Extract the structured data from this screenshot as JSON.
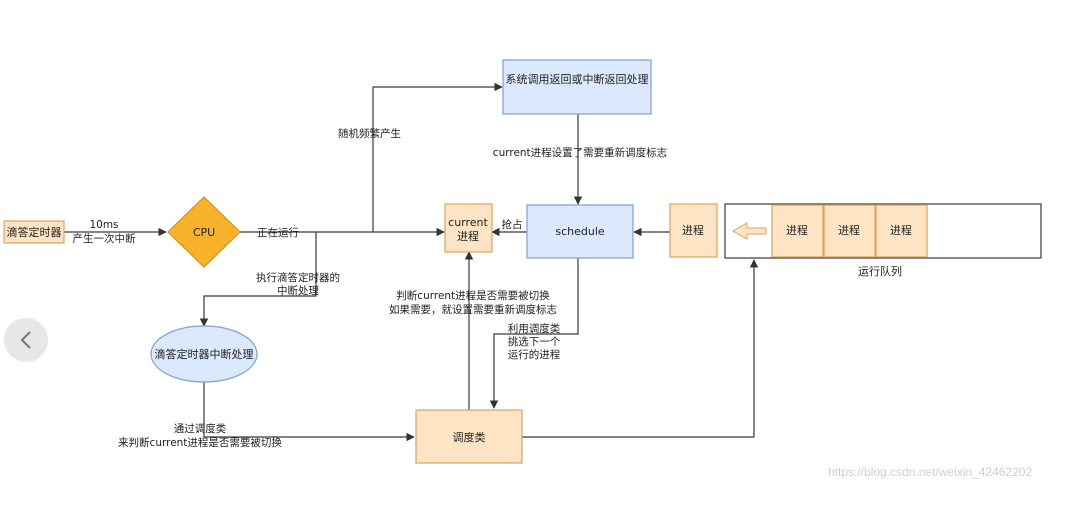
{
  "nodes": {
    "timer": "滴答定时器",
    "cpu": "CPU",
    "syscall_return": "系统调用返回或中断返回处理",
    "current_line1": "current",
    "current_line2": "进程",
    "schedule": "schedule",
    "process_single": "进程",
    "timer_interrupt": "滴答定时器中断处理",
    "scheduler_class": "调度类",
    "queue_items": [
      "进程",
      "进程",
      "进程"
    ],
    "queue_label": "运行队列"
  },
  "edge_labels": {
    "period_line1": "10ms",
    "period_line2": "产生一次中断",
    "running": "正在运行",
    "random": "随机频繁产生",
    "need_resched": "current进程设置了需要重新调度标志",
    "preempt": "抢占",
    "exec_timer_line1": "执行滴答定时器的",
    "exec_timer_line2": "中断处理",
    "judge_line1": "判断current进程是否需要被切换",
    "judge_line2": "如果需要，就设置需要重新调度标志",
    "pick_line1": "利用调度类",
    "pick_line2": "挑选下一个",
    "pick_line3": "运行的进程",
    "via_class_line1": "通过调度类",
    "via_class_line2": "来判断current进程是否需要被切换"
  },
  "watermark": "https://blog.csdn.net/weixin_42462202",
  "colors": {
    "orange_fill": "#fde4c4",
    "orange_stroke": "#dca45a",
    "blue_fill": "#dce8fb",
    "blue_stroke": "#7d9fd0",
    "cpu_fill": "#f9b32b",
    "cpu_stroke": "#d78f12",
    "line": "#3a3a3a"
  }
}
